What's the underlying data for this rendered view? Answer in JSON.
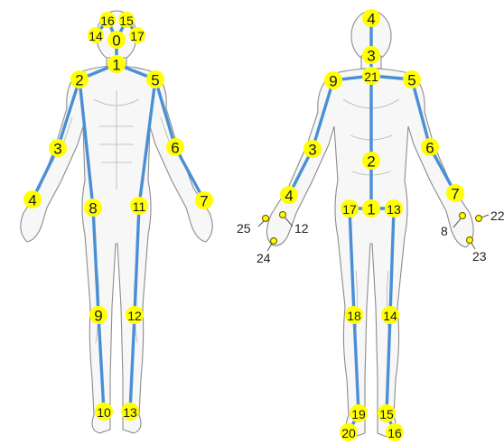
{
  "figures": [
    {
      "name": "front-view",
      "keypoints": [
        {
          "label": "0"
        },
        {
          "label": "1"
        },
        {
          "label": "2"
        },
        {
          "label": "3"
        },
        {
          "label": "4"
        },
        {
          "label": "5"
        },
        {
          "label": "6"
        },
        {
          "label": "7"
        },
        {
          "label": "8"
        },
        {
          "label": "9"
        },
        {
          "label": "10"
        },
        {
          "label": "11"
        },
        {
          "label": "12"
        },
        {
          "label": "13"
        },
        {
          "label": "14"
        },
        {
          "label": "15"
        },
        {
          "label": "16"
        },
        {
          "label": "17"
        }
      ]
    },
    {
      "name": "back-view",
      "keypoints": [
        {
          "label": "1"
        },
        {
          "label": "2"
        },
        {
          "label": "3"
        },
        {
          "label": "4"
        },
        {
          "label": "5"
        },
        {
          "label": "6"
        },
        {
          "label": "7"
        },
        {
          "label": "9"
        },
        {
          "label": "13"
        },
        {
          "label": "14"
        },
        {
          "label": "15"
        },
        {
          "label": "16"
        },
        {
          "label": "17"
        },
        {
          "label": "18"
        },
        {
          "label": "19"
        },
        {
          "label": "20"
        },
        {
          "label": "21"
        }
      ],
      "hand_points": [
        {
          "label": "25"
        },
        {
          "label": "12"
        },
        {
          "label": "24"
        },
        {
          "label": "8"
        },
        {
          "label": "22"
        },
        {
          "label": "23"
        }
      ]
    }
  ],
  "colors": {
    "skeleton": "#4a8fd6",
    "keypoint": "#ffff00",
    "outline": "#8c8c8c"
  }
}
